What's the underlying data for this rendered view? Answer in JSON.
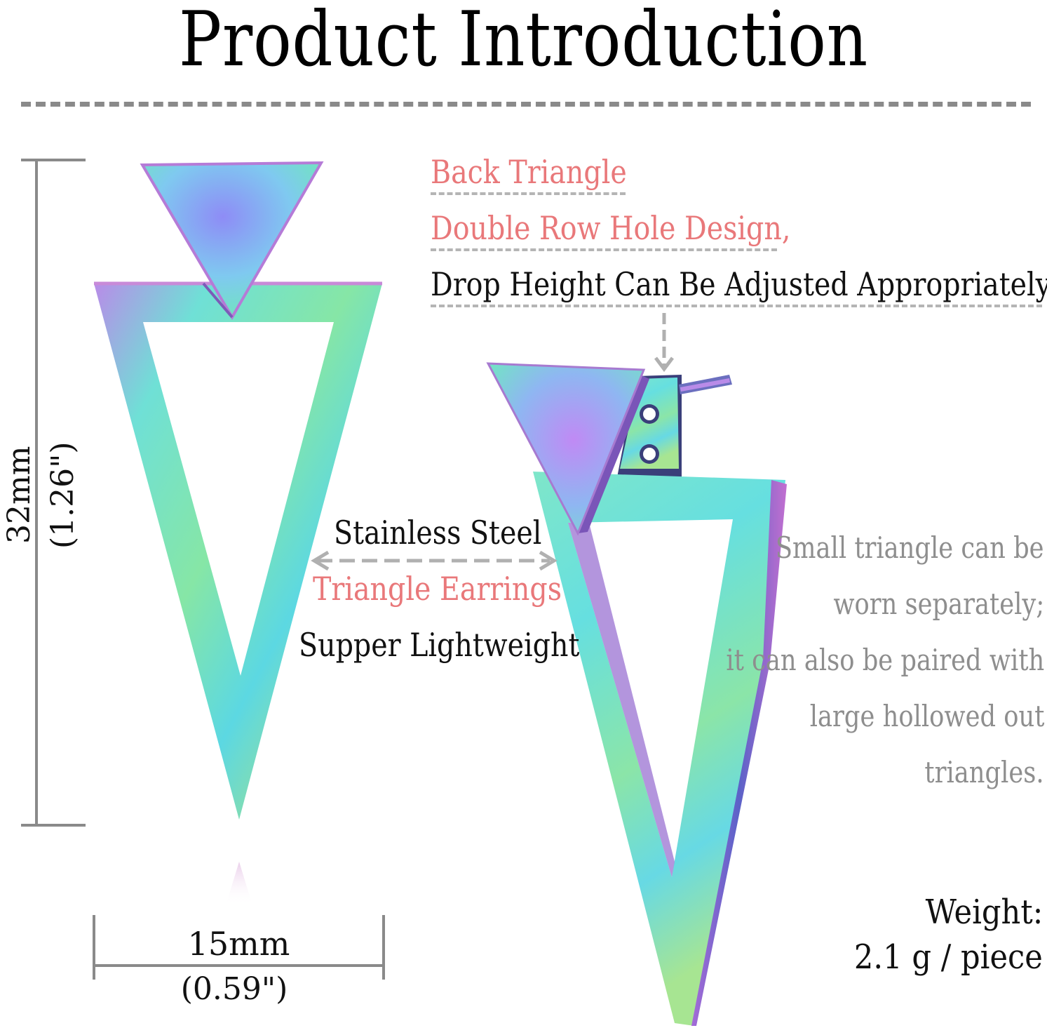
{
  "title": "Product Introduction",
  "callouts": {
    "back_triangle": "Back Triangle",
    "double_row": "Double Row Hole Design,",
    "drop_height": "Drop Height Can Be Adjusted Appropriately."
  },
  "center": {
    "material": "Stainless Steel",
    "product": "Triangle Earrings",
    "feature": "Supper Lightweight"
  },
  "dimensions": {
    "height_mm": "32mm",
    "height_in": "(1.26\")",
    "width_mm": "15mm",
    "width_in": "(0.59\")"
  },
  "side_note": {
    "line1": "Small triangle can be",
    "line2": "worn separately;",
    "line3": "it can also be paired with",
    "line4": "large hollowed out",
    "line5": "triangles."
  },
  "weight": {
    "label": "Weight:",
    "value": "2.1 g / piece"
  },
  "colors": {
    "accent_pink": "#e9787a",
    "note_grey": "#8e8e8e",
    "dimension_grey": "#8a8a8a"
  }
}
